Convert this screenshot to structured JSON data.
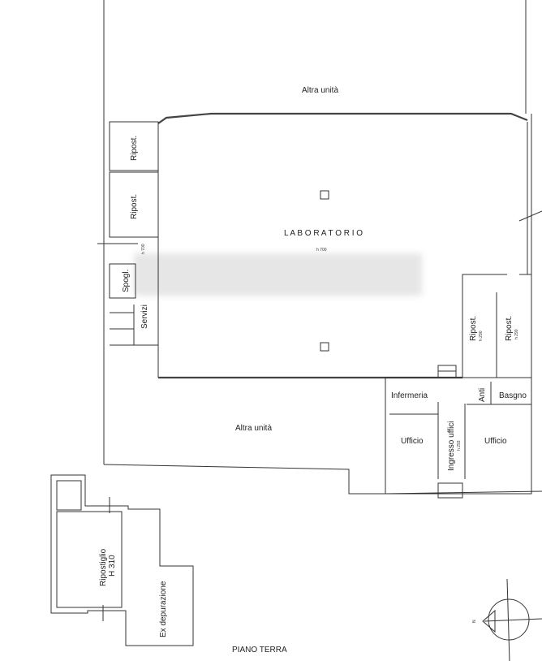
{
  "plan": {
    "title": "PIANO TERRA",
    "rooms": {
      "altra_unita_top": "Altra unità",
      "altra_unita_bottom": "Altra unità",
      "laboratorio": "L A B O R A T O R I O",
      "laboratorio_h": "h 700",
      "left_h": "h 700",
      "ripost_1": "Ripost.",
      "ripost_2": "Ripost.",
      "spogl": "Spogl.",
      "servizi": "Servizi",
      "ripost_3": "Ripost.",
      "ripost_3_h": "h 290",
      "ripost_4": "Ripost.",
      "ripost_4_h": "h 290",
      "infermeria": "Infermeria",
      "anti": "Anti",
      "bagno": "Basgno",
      "ufficio_1": "Ufficio",
      "ingresso": "Ingresso uffici",
      "ingresso_h": "h 293",
      "ufficio_2": "Ufficio",
      "ripostiglio": "Ripostiglio",
      "ripostiglio_h": "H 310",
      "ex_depurazione": "Ex depurazione"
    },
    "compass_label": "N"
  }
}
